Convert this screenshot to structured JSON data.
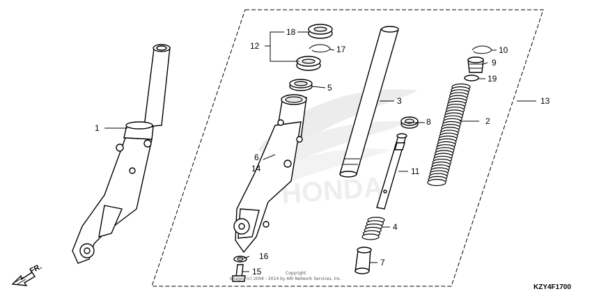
{
  "diagram_code": "KZY4F1700",
  "direction_label": "FR.",
  "copyright": {
    "line1": "Copyright",
    "line2": "Images (c) 2004 - 2014 by ARI Network Services, Inc."
  },
  "callouts": [
    {
      "id": "1",
      "label": "1"
    },
    {
      "id": "2",
      "label": "2"
    },
    {
      "id": "3",
      "label": "3"
    },
    {
      "id": "4",
      "label": "4"
    },
    {
      "id": "5",
      "label": "5"
    },
    {
      "id": "6",
      "label": "6"
    },
    {
      "id": "7",
      "label": "7"
    },
    {
      "id": "8",
      "label": "8"
    },
    {
      "id": "9",
      "label": "9"
    },
    {
      "id": "10",
      "label": "10"
    },
    {
      "id": "11",
      "label": "11"
    },
    {
      "id": "12",
      "label": "12"
    },
    {
      "id": "13",
      "label": "13"
    },
    {
      "id": "14",
      "label": "14"
    },
    {
      "id": "15",
      "label": "15"
    },
    {
      "id": "16",
      "label": "16"
    },
    {
      "id": "17",
      "label": "17"
    },
    {
      "id": "18",
      "label": "18"
    },
    {
      "id": "19",
      "label": "19"
    }
  ],
  "watermark": "HONDA",
  "icons": [
    "arrow-front-icon"
  ]
}
